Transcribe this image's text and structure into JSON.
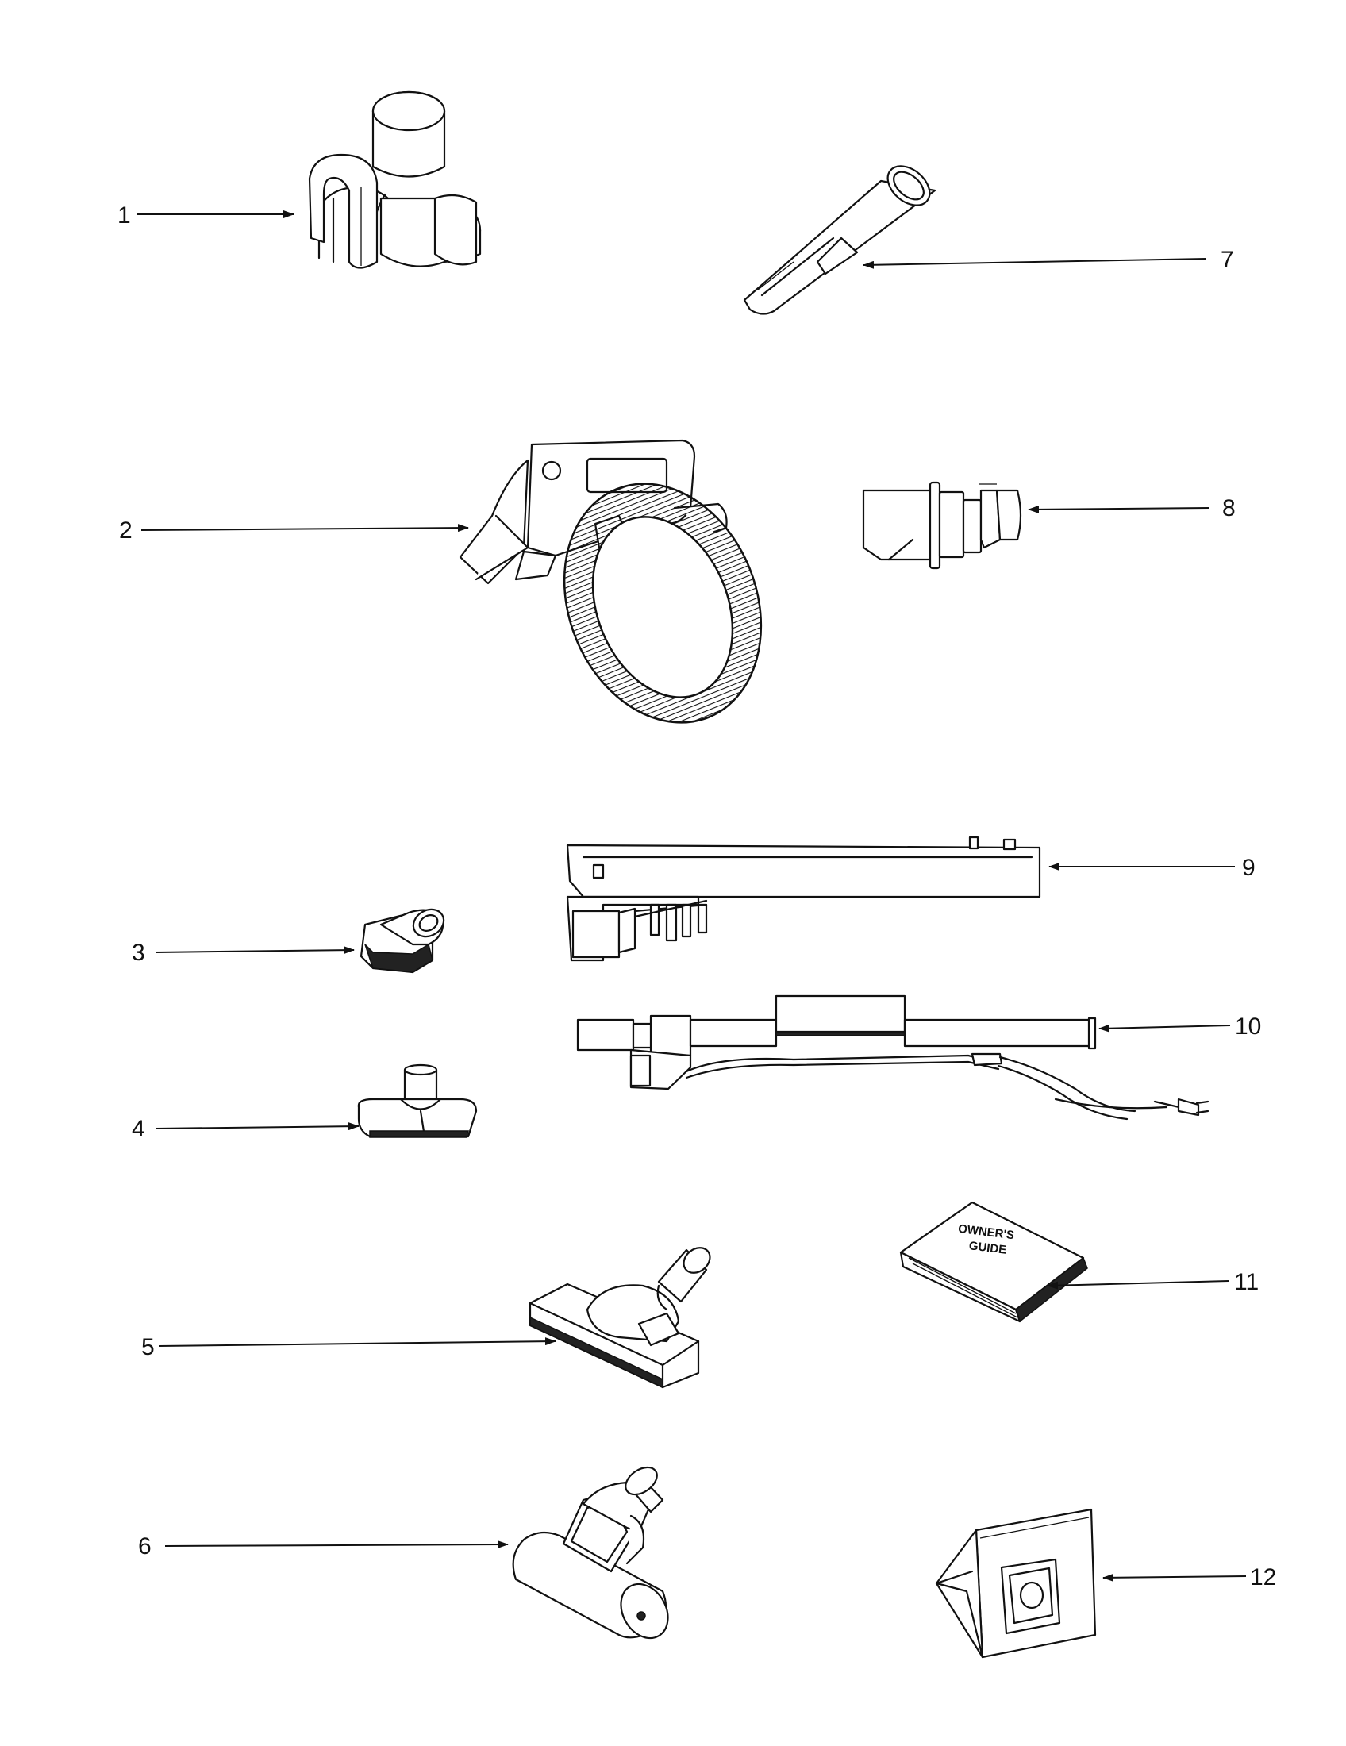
{
  "callouts": [
    {
      "id": "1",
      "label": "1"
    },
    {
      "id": "2",
      "label": "2"
    },
    {
      "id": "3",
      "label": "3"
    },
    {
      "id": "4",
      "label": "4"
    },
    {
      "id": "5",
      "label": "5"
    },
    {
      "id": "6",
      "label": "6"
    },
    {
      "id": "7",
      "label": "7"
    },
    {
      "id": "8",
      "label": "8"
    },
    {
      "id": "9",
      "label": "9"
    },
    {
      "id": "10",
      "label": "10"
    },
    {
      "id": "11",
      "label": "11"
    },
    {
      "id": "12",
      "label": "12"
    }
  ],
  "owners_guide": {
    "line1": "OWNER'S",
    "line2": "GUIDE"
  }
}
